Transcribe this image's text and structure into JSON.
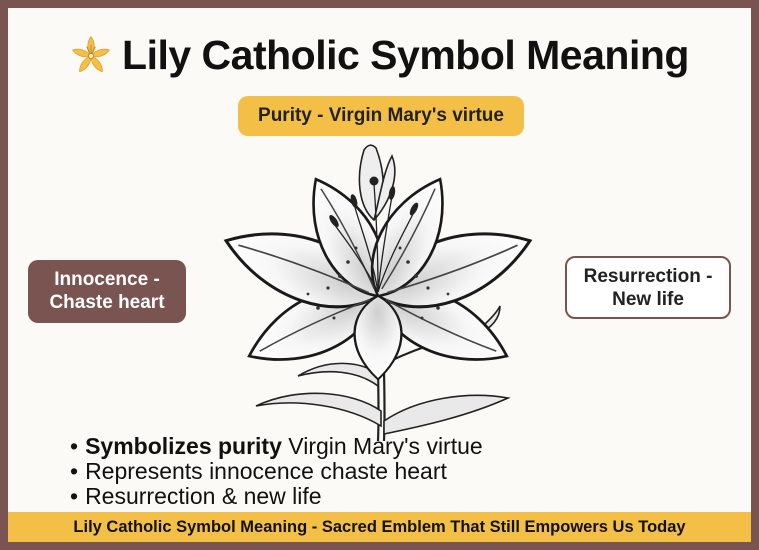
{
  "header": {
    "icon": "lily-flower-icon",
    "title": "Lily Catholic Symbol Meaning"
  },
  "callouts": {
    "top": "Purity - Virgin Mary's virtue",
    "left_line1": "Innocence -",
    "left_line2": "Chaste heart",
    "right_line1": "Resurrection -",
    "right_line2": "New life"
  },
  "illustration": {
    "icon": "lily-illustration"
  },
  "bullets": {
    "item1_bold": "Symbolizes purity",
    "item1_rest": " Virgin Mary's virtue",
    "item2": "Represents innocence chaste heart",
    "item3": "Resurrection & new life"
  },
  "footer": {
    "text": "Lily Catholic Symbol Meaning - Sacred Emblem That Still Empowers Us Today"
  },
  "colors": {
    "border": "#7a5450",
    "accent": "#f4bf47",
    "background": "#fcfaf6"
  }
}
